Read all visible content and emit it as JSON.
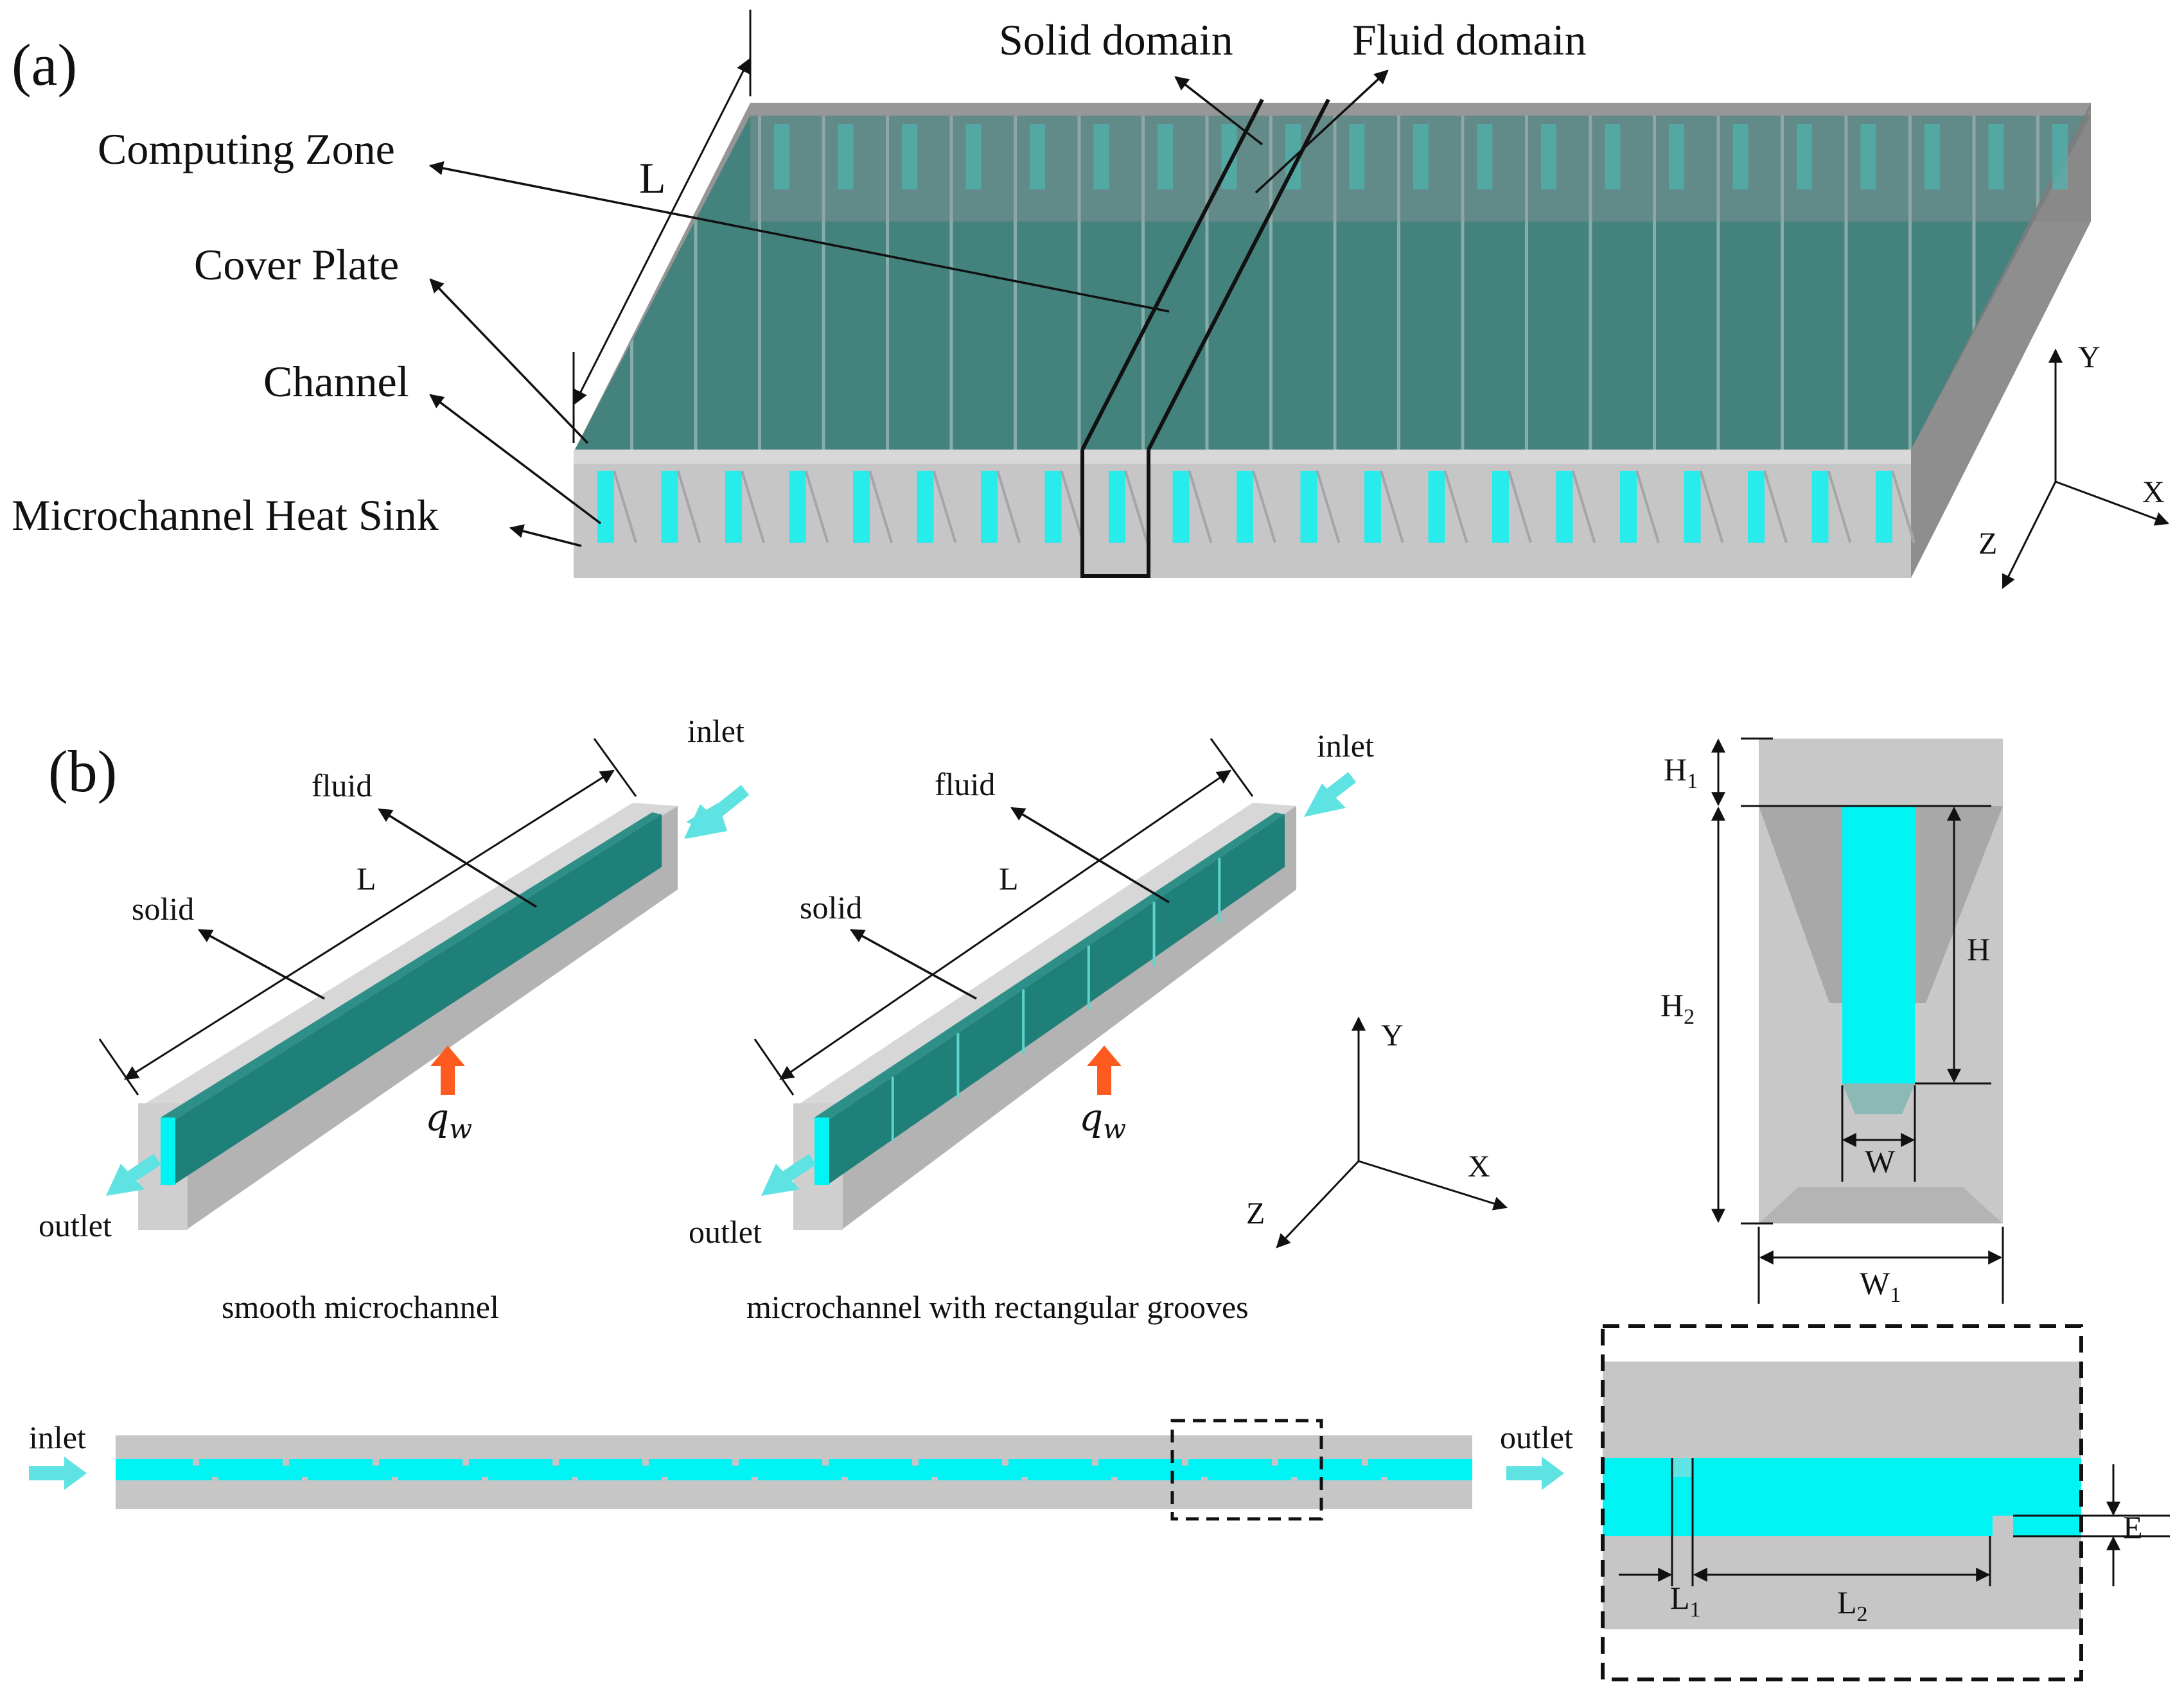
{
  "colors": {
    "fluid": "#00f4f4",
    "fluid_dark": "#1f8f8a",
    "solid": "#c4c4c4",
    "solid_dark": "#9a9a9a",
    "heat_arrow": "#ff5a1f",
    "flow_arrow": "#5ee2e2",
    "line": "#111111"
  },
  "panel_a": {
    "label": "(a)",
    "labels": {
      "computing_zone": "Computing Zone",
      "cover_plate": "Cover Plate",
      "channel": "Channel",
      "heat_sink": "Microchannel Heat Sink",
      "solid_domain": "Solid domain",
      "fluid_domain": "Fluid domain",
      "length": "L"
    },
    "axes": {
      "x": "X",
      "y": "Y",
      "z": "Z"
    }
  },
  "panel_b": {
    "label": "(b)",
    "smooth": {
      "caption": "smooth microchannel",
      "fluid": "fluid",
      "solid": "solid",
      "length": "L",
      "inlet": "inlet",
      "outlet": "outlet",
      "heat_flux": "q",
      "heat_flux_sub": "w"
    },
    "grooved": {
      "caption": "microchannel with rectangular grooves",
      "fluid": "fluid",
      "solid": "solid",
      "length": "L",
      "inlet": "inlet",
      "outlet": "outlet",
      "heat_flux": "q",
      "heat_flux_sub": "w"
    },
    "axes": {
      "x": "X",
      "y": "Y",
      "z": "Z"
    },
    "cross_section": {
      "h1": "H",
      "h1_sub": "1",
      "h2": "H",
      "h2_sub": "2",
      "h": "H",
      "w": "W",
      "w1": "W",
      "w1_sub": "1"
    },
    "side_view": {
      "inlet": "inlet",
      "outlet": "outlet"
    },
    "detail": {
      "l1": "L",
      "l1_sub": "1",
      "l2": "L",
      "l2_sub": "2",
      "e": "E"
    }
  }
}
